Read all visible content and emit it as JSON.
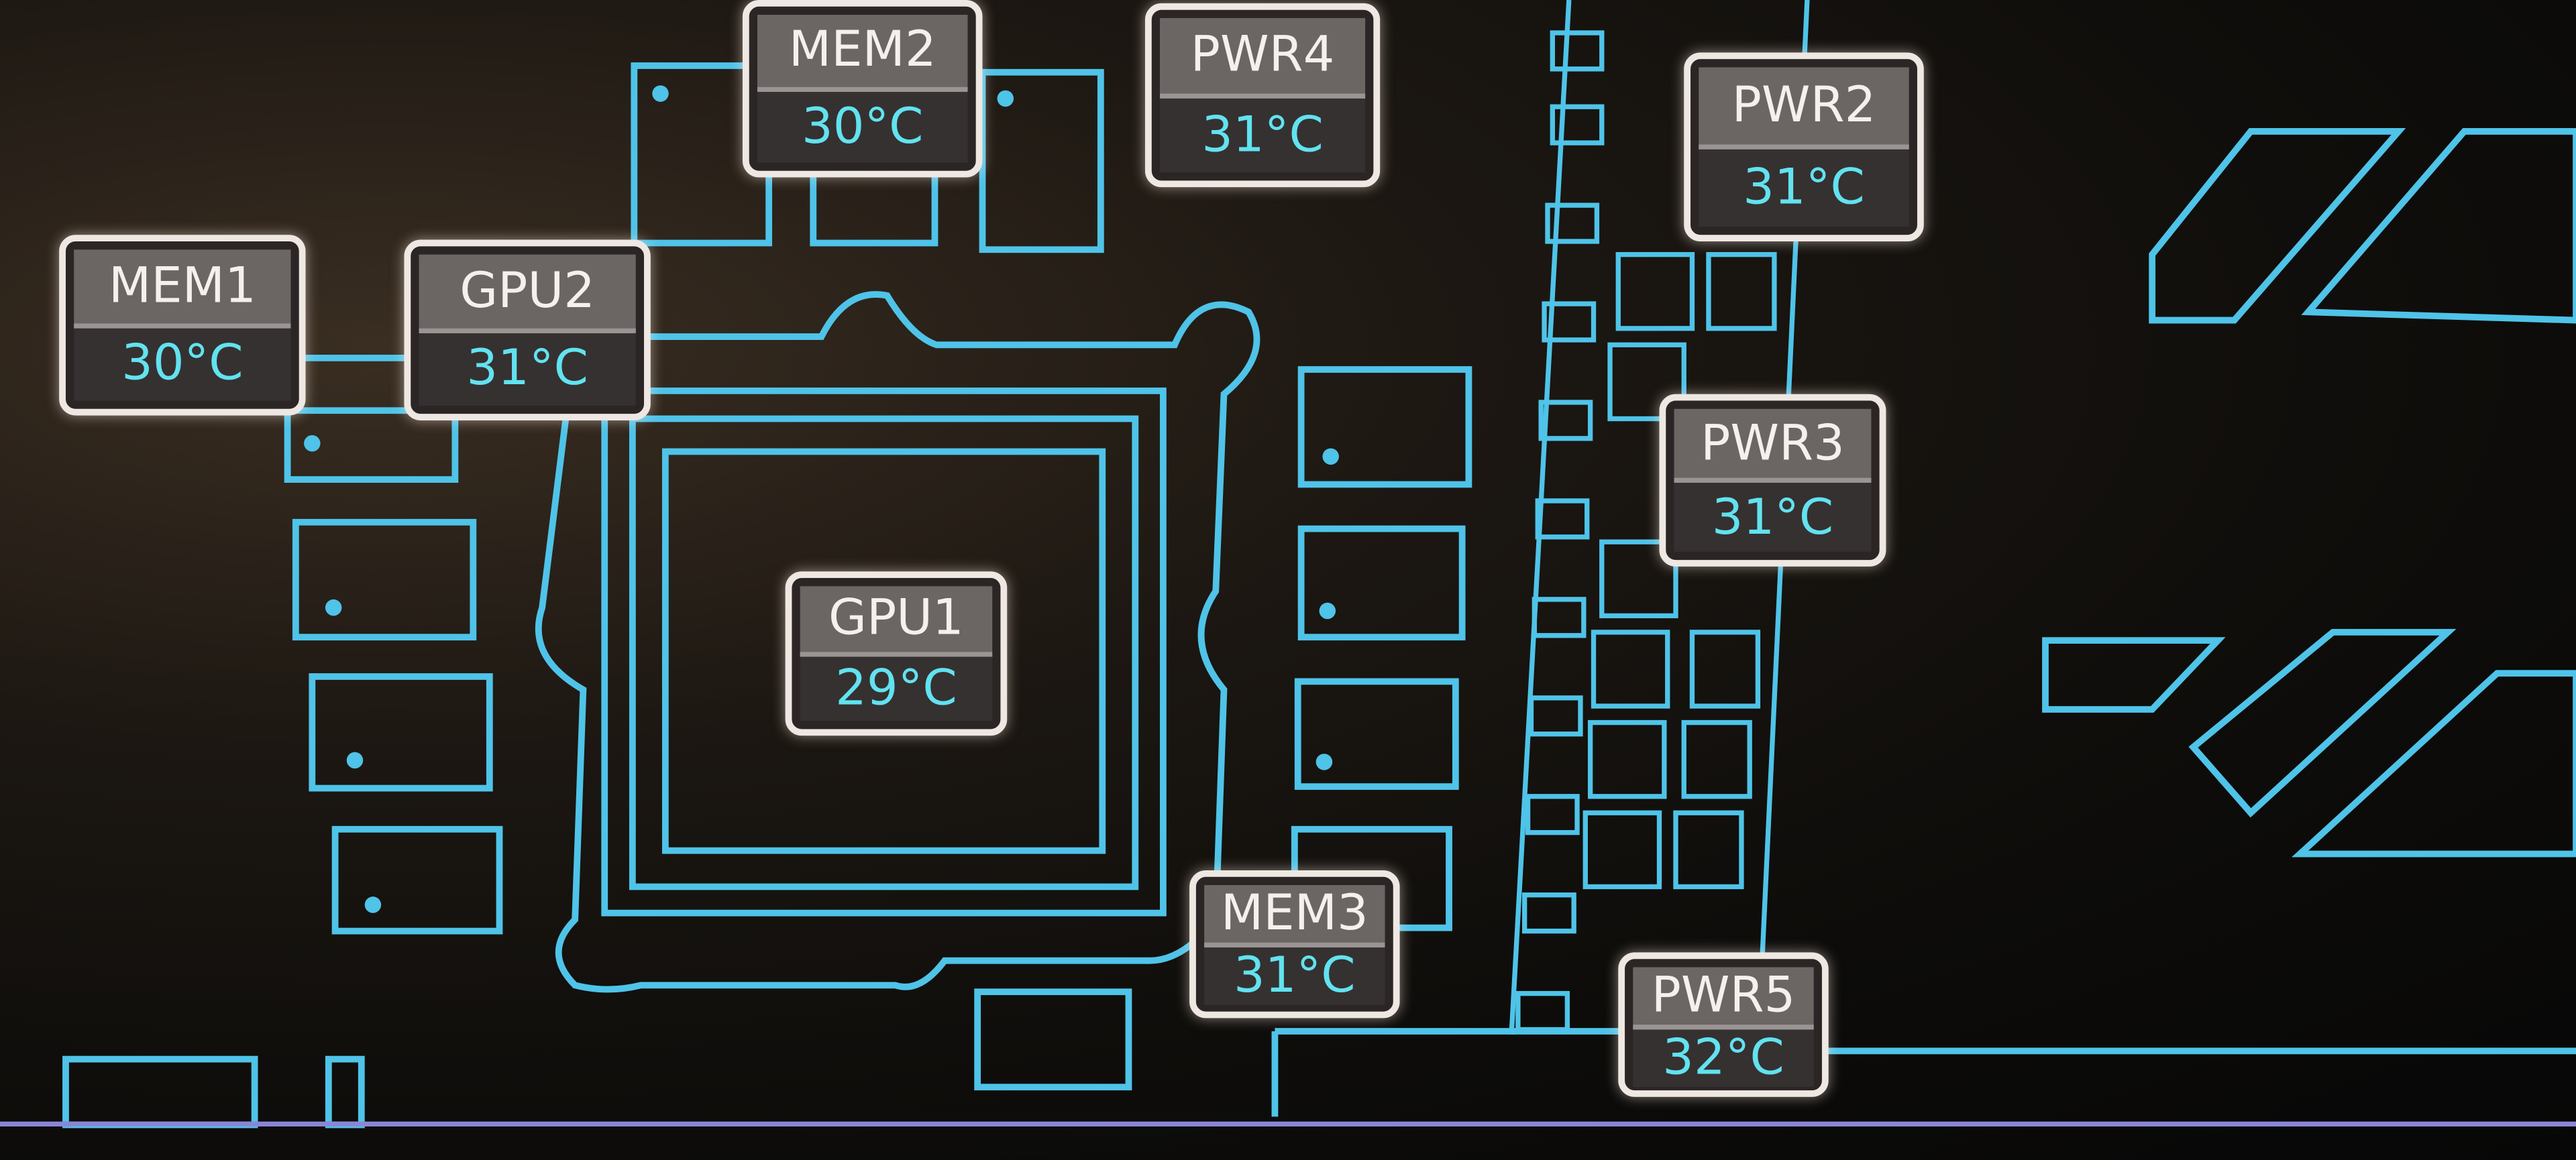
{
  "sensors": [
    {
      "id": "mem2",
      "label": "MEM2",
      "temp": "30°C"
    },
    {
      "id": "pwr4",
      "label": "PWR4",
      "temp": "31°C"
    },
    {
      "id": "pwr2",
      "label": "PWR2",
      "temp": "31°C"
    },
    {
      "id": "mem1",
      "label": "MEM1",
      "temp": "30°C"
    },
    {
      "id": "gpu2",
      "label": "GPU2",
      "temp": "31°C"
    },
    {
      "id": "pwr3",
      "label": "PWR3",
      "temp": "31°C"
    },
    {
      "id": "gpu1",
      "label": "GPU1",
      "temp": "29°C"
    },
    {
      "id": "mem3",
      "label": "MEM3",
      "temp": "31°C"
    },
    {
      "id": "pwr5",
      "label": "PWR5",
      "temp": "32°C"
    }
  ],
  "colors": {
    "trace": "#4fc3e8",
    "temp_text": "#62e2f0",
    "label_bg": "#6b6564"
  }
}
